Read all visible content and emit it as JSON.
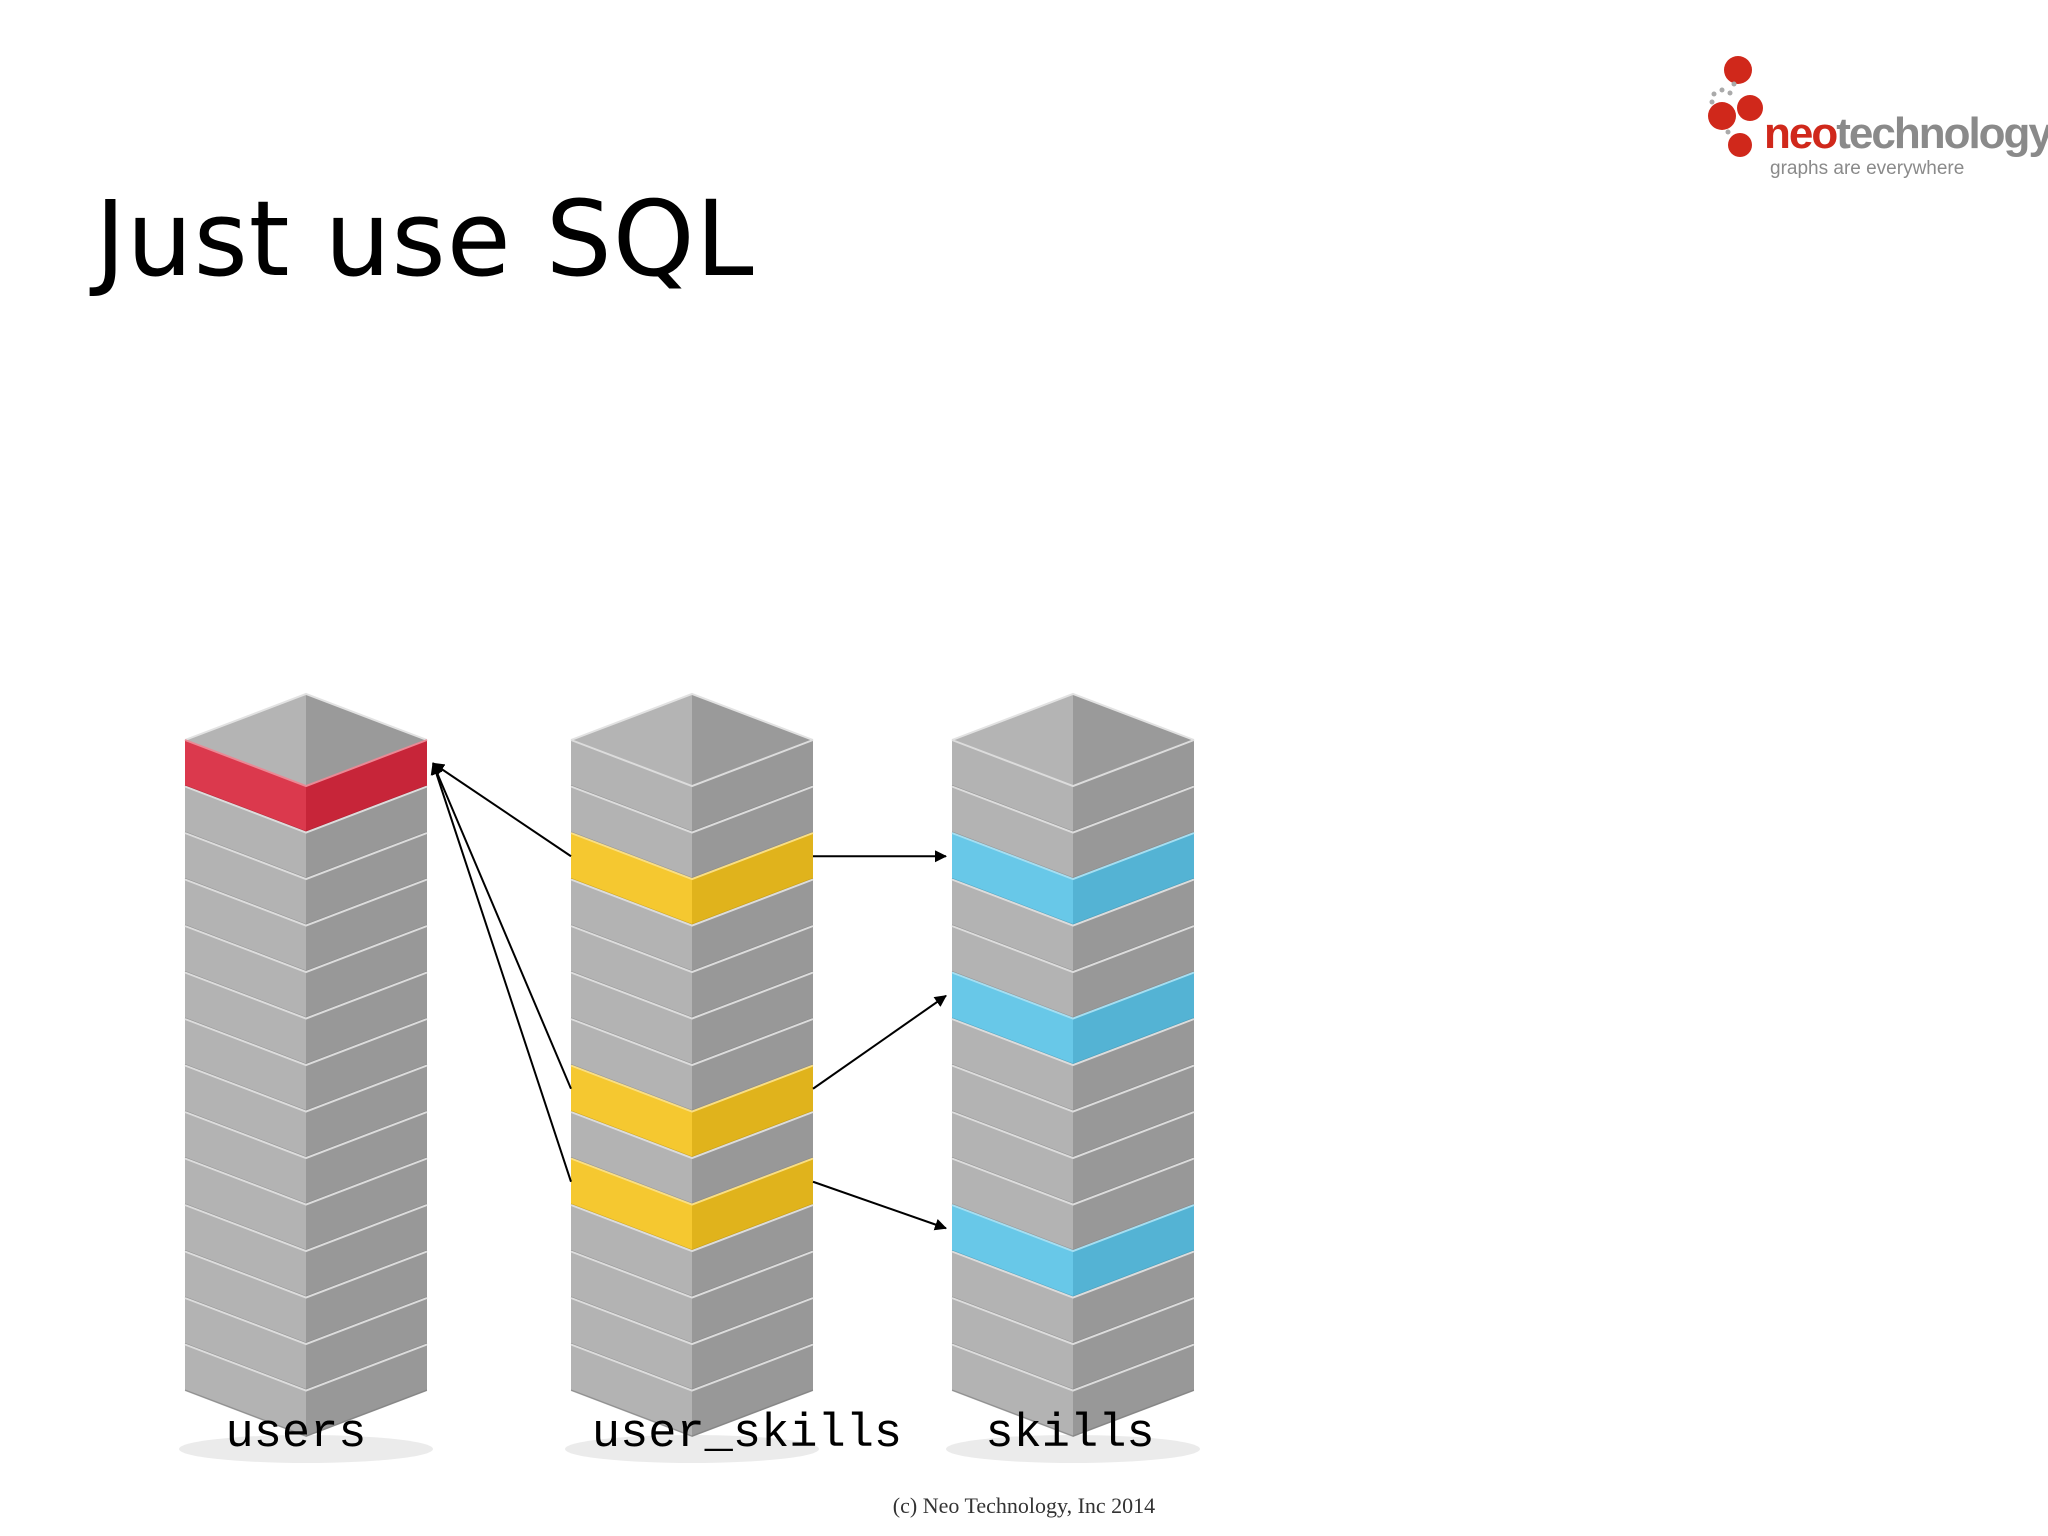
{
  "slide": {
    "title": "Just use SQL",
    "footer": "(c) Neo Technology, Inc 2014"
  },
  "logo": {
    "text": "neotechnology",
    "word_part1": "neo",
    "word_part2": "technology",
    "tagline": "graphs are everywhere"
  },
  "diagram": {
    "tables": [
      {
        "label": "users",
        "color": "#d8283e",
        "highlighted_rows": [
          1
        ]
      },
      {
        "label": "user_skills",
        "color": "#f4c31e",
        "highlighted_rows": [
          3,
          8,
          10
        ]
      },
      {
        "label": "skills",
        "color": "#5bc3e6",
        "highlighted_rows": [
          3,
          6,
          11
        ]
      }
    ],
    "row_count": 14,
    "relationships": [
      {
        "from_table": "user_skills",
        "from_row": 3,
        "to_table": "users",
        "to_row": 1
      },
      {
        "from_table": "user_skills",
        "from_row": 8,
        "to_table": "users",
        "to_row": 1
      },
      {
        "from_table": "user_skills",
        "from_row": 10,
        "to_table": "users",
        "to_row": 1
      },
      {
        "from_table": "user_skills",
        "from_row": 3,
        "to_table": "skills",
        "to_row": 3
      },
      {
        "from_table": "user_skills",
        "from_row": 8,
        "to_table": "skills",
        "to_row": 6
      },
      {
        "from_table": "user_skills",
        "from_row": 10,
        "to_table": "skills",
        "to_row": 11
      }
    ]
  }
}
